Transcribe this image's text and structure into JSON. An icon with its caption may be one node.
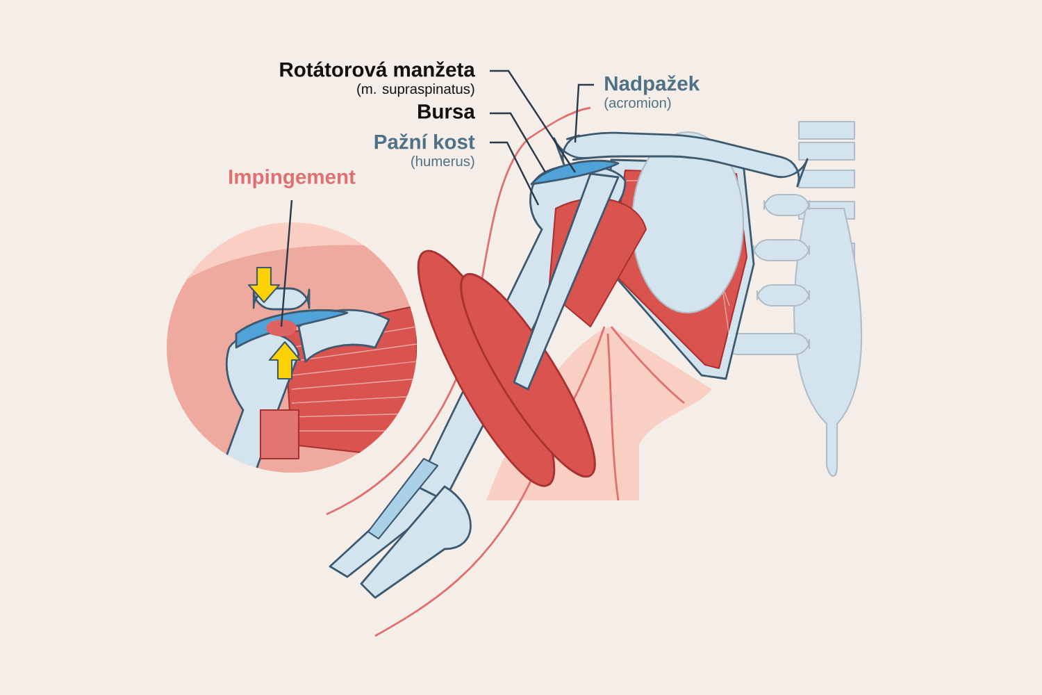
{
  "diagram": {
    "nodes": [
      {
        "text": [
          "Rotátorová manžeta",
          "(m. supraspinatus)"
        ]
      },
      {
        "text": [
          "Bursa"
        ]
      },
      {
        "text": [
          "Pažní kost",
          "(humerus)"
        ]
      },
      {
        "text": [
          "Nadpažek",
          "(acromion)"
        ]
      },
      {
        "text": [
          "Impingement"
        ]
      }
    ],
    "edges": [
      {
        "from": 0,
        "to": null,
        "arrow": "none"
      },
      {
        "from": 1,
        "to": null,
        "arrow": "none"
      },
      {
        "from": 2,
        "to": null,
        "arrow": "none"
      },
      {
        "from": 3,
        "to": null,
        "arrow": "none"
      },
      {
        "from": 4,
        "to": null,
        "arrow": "none"
      }
    ]
  }
}
